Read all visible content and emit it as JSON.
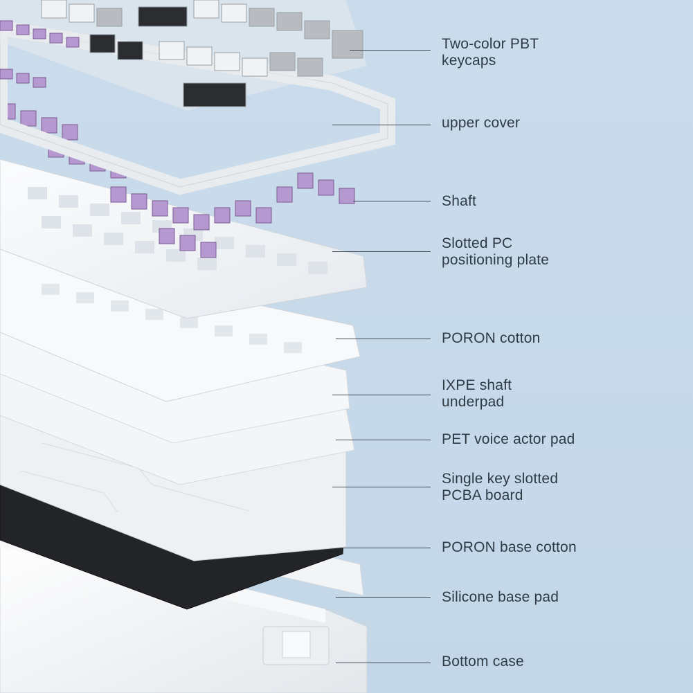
{
  "diagram": {
    "colors": {
      "background": "#c6d9ea",
      "keycap_white": "#f1f2f3",
      "keycap_grey": "#b8bcc1",
      "keycap_black": "#2b2d31",
      "switch_purple": "#b598cf",
      "switch_dark": "#7a5a93",
      "plate_white": "#f4f6f8",
      "pcb_white": "#eef1f4",
      "poron_black": "#1f2124",
      "line": "#3d4852",
      "text": "#2e3a45"
    },
    "labels": [
      {
        "id": "keycaps",
        "text": "Two-color PBT\nkeycaps"
      },
      {
        "id": "upper-cover",
        "text": "upper cover"
      },
      {
        "id": "shaft",
        "text": "Shaft"
      },
      {
        "id": "pc-plate",
        "text": "Slotted PC\npositioning plate"
      },
      {
        "id": "poron-cotton",
        "text": "PORON cotton"
      },
      {
        "id": "ixpe-underpad",
        "text": "IXPE shaft\nunderpad"
      },
      {
        "id": "pet-pad",
        "text": "PET voice actor pad"
      },
      {
        "id": "pcba-board",
        "text": "Single key slotted\nPCBA board"
      },
      {
        "id": "poron-base",
        "text": "PORON base cotton"
      },
      {
        "id": "silicone-pad",
        "text": "Silicone base pad"
      },
      {
        "id": "bottom-case",
        "text": "Bottom case"
      }
    ]
  }
}
